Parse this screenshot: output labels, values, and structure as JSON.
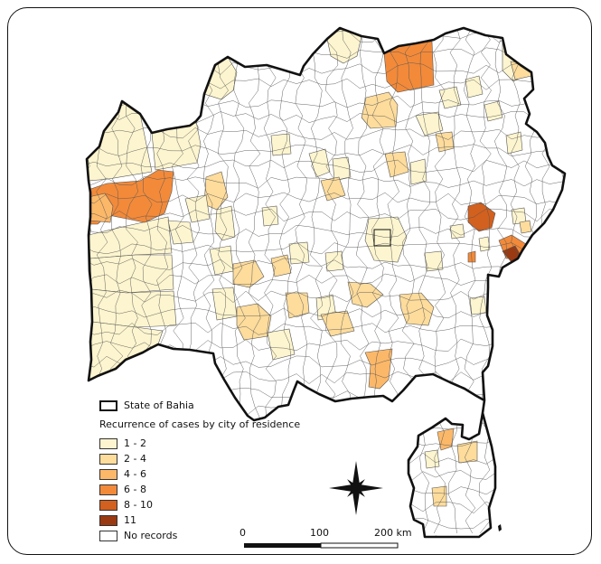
{
  "legend": {
    "boundary_label": "State of Bahia",
    "title": "Recurrence of cases by city of residence",
    "classes": [
      {
        "label": "1 - 2",
        "color": "#fdf5cf"
      },
      {
        "label": "2 - 4",
        "color": "#fddc9c"
      },
      {
        "label": "4 - 6",
        "color": "#fcb869"
      },
      {
        "label": "6 - 8",
        "color": "#f28a3a"
      },
      {
        "label": "8 - 10",
        "color": "#d2601e"
      },
      {
        "label": "11",
        "color": "#9a3a12"
      },
      {
        "label": "No records",
        "color": "#ffffff"
      }
    ]
  },
  "scale_bar": {
    "ticks": [
      "0",
      "100",
      "200 km"
    ]
  },
  "colors": {
    "outline": "#111111",
    "internal_border": "#555555"
  }
}
